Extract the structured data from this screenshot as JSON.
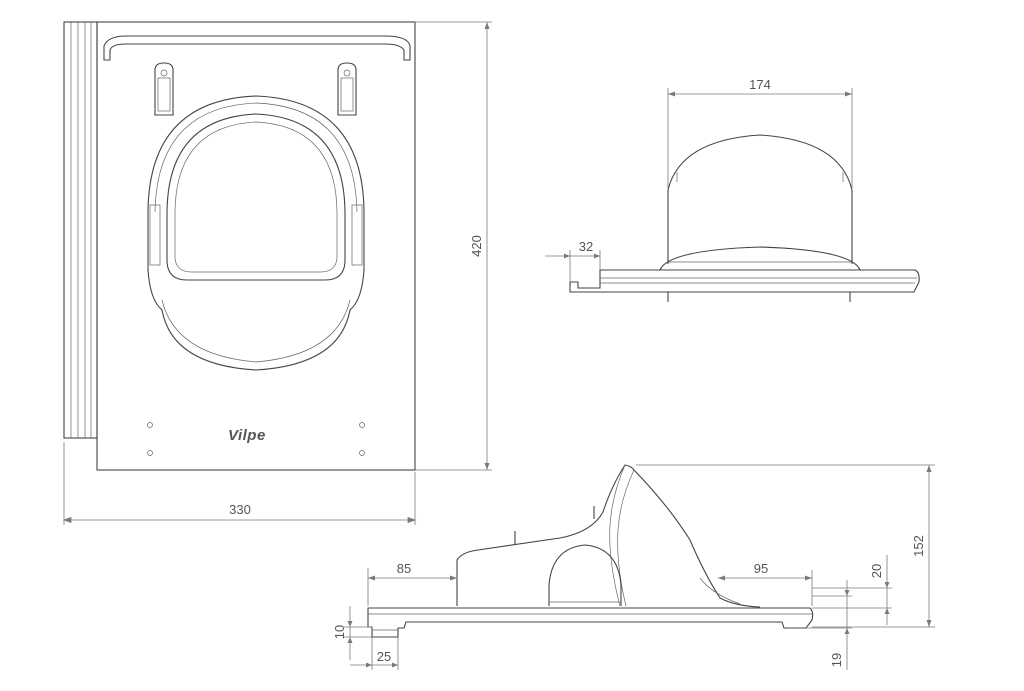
{
  "logo_text": "Vilpe",
  "dimensions": {
    "width_330": "330",
    "height_420": "420",
    "dome_174": "174",
    "offset_32": "32",
    "offset_85": "85",
    "offset_95": "95",
    "height_152": "152",
    "height_20": "20",
    "height_10": "10",
    "length_25": "25",
    "height_19": "19"
  }
}
